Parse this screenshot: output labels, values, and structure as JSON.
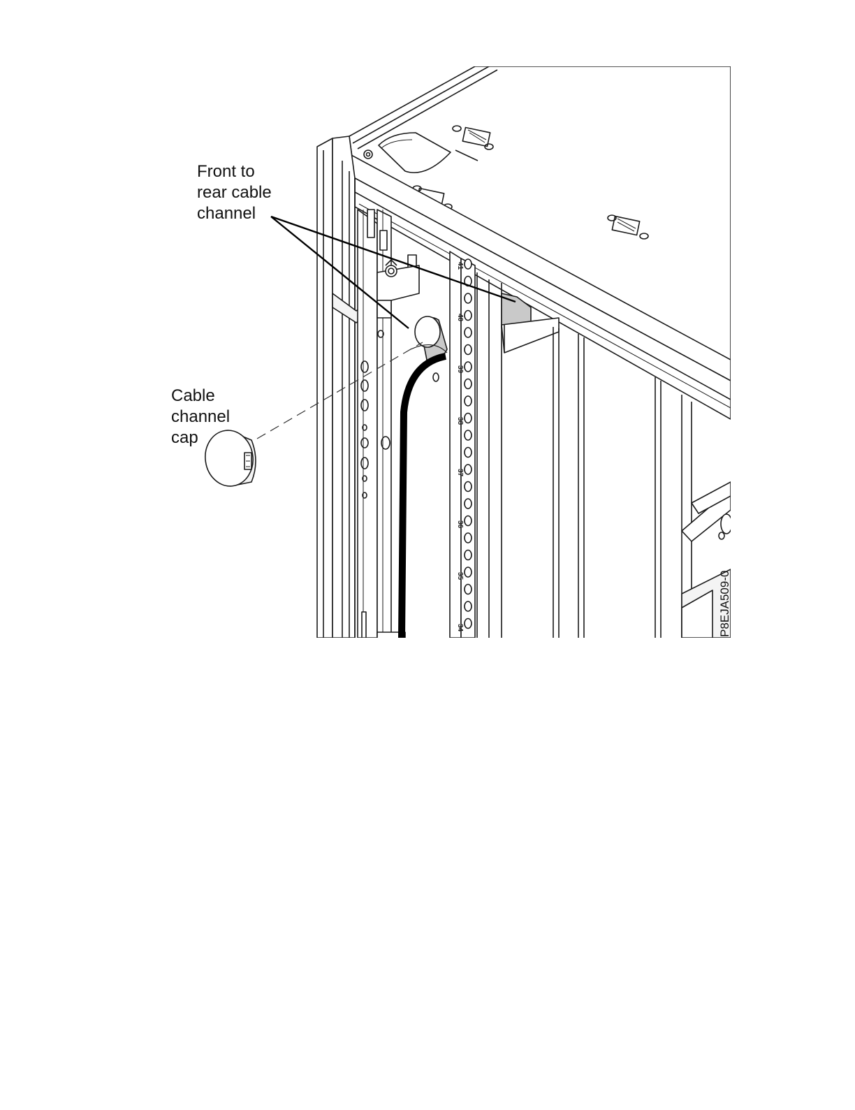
{
  "callouts": {
    "front_to_rear": "Front to\nrear cable\nchannel",
    "cap": "Cable\nchannel\ncap"
  },
  "figure_id": "P8EJA509-0",
  "rail_numbers": [
    "41",
    "40",
    "39",
    "38",
    "37",
    "36",
    "35",
    "34"
  ],
  "colors": {
    "line": "#1a1a1a",
    "light_line": "#555555",
    "fill_light": "#f4f4f4",
    "fill_gray": "#c9c9c9",
    "cable": "#000000"
  }
}
